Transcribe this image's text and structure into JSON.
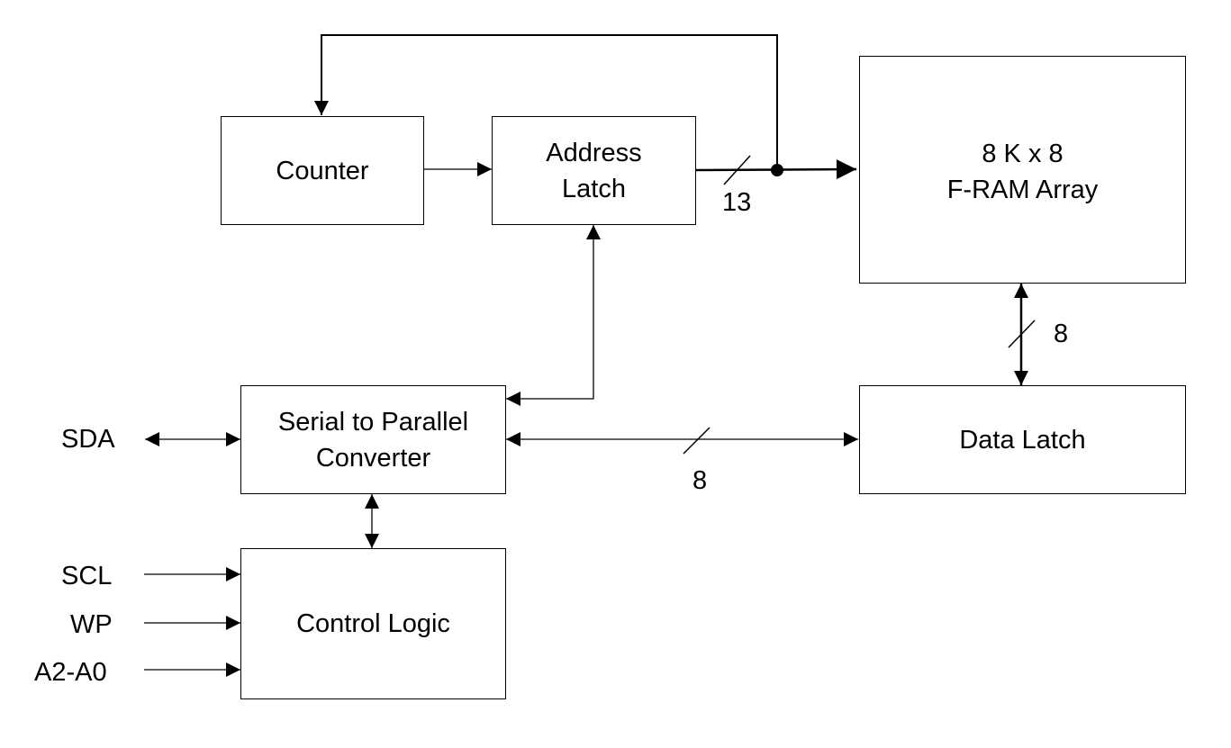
{
  "blocks": {
    "counter": {
      "label": "Counter"
    },
    "address_latch": {
      "line1": "Address",
      "line2": "Latch"
    },
    "fram_array": {
      "line1": "8 K x 8",
      "line2": "F-RAM Array"
    },
    "serial_converter": {
      "line1": "Serial to Parallel",
      "line2": "Converter"
    },
    "data_latch": {
      "label": "Data Latch"
    },
    "control_logic": {
      "label": "Control Logic"
    }
  },
  "signals": {
    "sda": "SDA",
    "scl": "SCL",
    "wp": "WP",
    "addr_pins": "A2-A0"
  },
  "bus_widths": {
    "address_bus": "13",
    "array_data_bus": "8",
    "converter_data_bus": "8"
  }
}
